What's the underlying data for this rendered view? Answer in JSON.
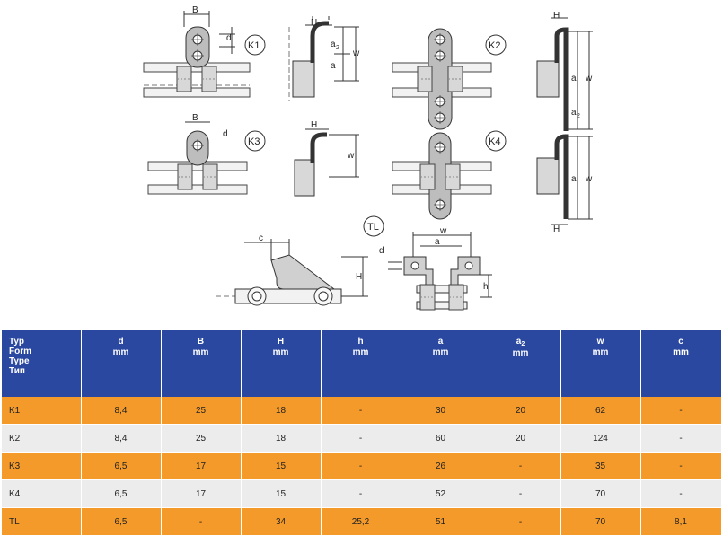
{
  "diagram": {
    "labels": {
      "k1": "K1",
      "k2": "K2",
      "k3": "K3",
      "k4": "K4",
      "tl": "TL",
      "B": "B",
      "d": "d",
      "H": "H",
      "a": "a",
      "a2": "a",
      "a2_sub": "2",
      "w": "w",
      "h": "h",
      "c": "c"
    }
  },
  "table": {
    "header_first": [
      "Typ",
      "Form",
      "Type",
      "Тип"
    ],
    "columns": [
      {
        "name": "d",
        "unit": "mm",
        "sub": ""
      },
      {
        "name": "B",
        "unit": "mm",
        "sub": ""
      },
      {
        "name": "H",
        "unit": "mm",
        "sub": ""
      },
      {
        "name": "h",
        "unit": "mm",
        "sub": ""
      },
      {
        "name": "a",
        "unit": "mm",
        "sub": ""
      },
      {
        "name": "a",
        "unit": "mm",
        "sub": "2"
      },
      {
        "name": "w",
        "unit": "mm",
        "sub": ""
      },
      {
        "name": "c",
        "unit": "mm",
        "sub": ""
      }
    ],
    "rows": [
      {
        "type": "K1",
        "cells": [
          "8,4",
          "25",
          "18",
          "-",
          "30",
          "20",
          "62",
          "-"
        ]
      },
      {
        "type": "K2",
        "cells": [
          "8,4",
          "25",
          "18",
          "-",
          "60",
          "20",
          "124",
          "-"
        ]
      },
      {
        "type": "K3",
        "cells": [
          "6,5",
          "17",
          "15",
          "-",
          "26",
          "-",
          "35",
          "-"
        ]
      },
      {
        "type": "K4",
        "cells": [
          "6,5",
          "17",
          "15",
          "-",
          "52",
          "-",
          "70",
          "-"
        ]
      },
      {
        "type": "TL",
        "cells": [
          "6,5",
          "-",
          "34",
          "25,2",
          "51",
          "-",
          "70",
          "8,1"
        ]
      }
    ]
  }
}
